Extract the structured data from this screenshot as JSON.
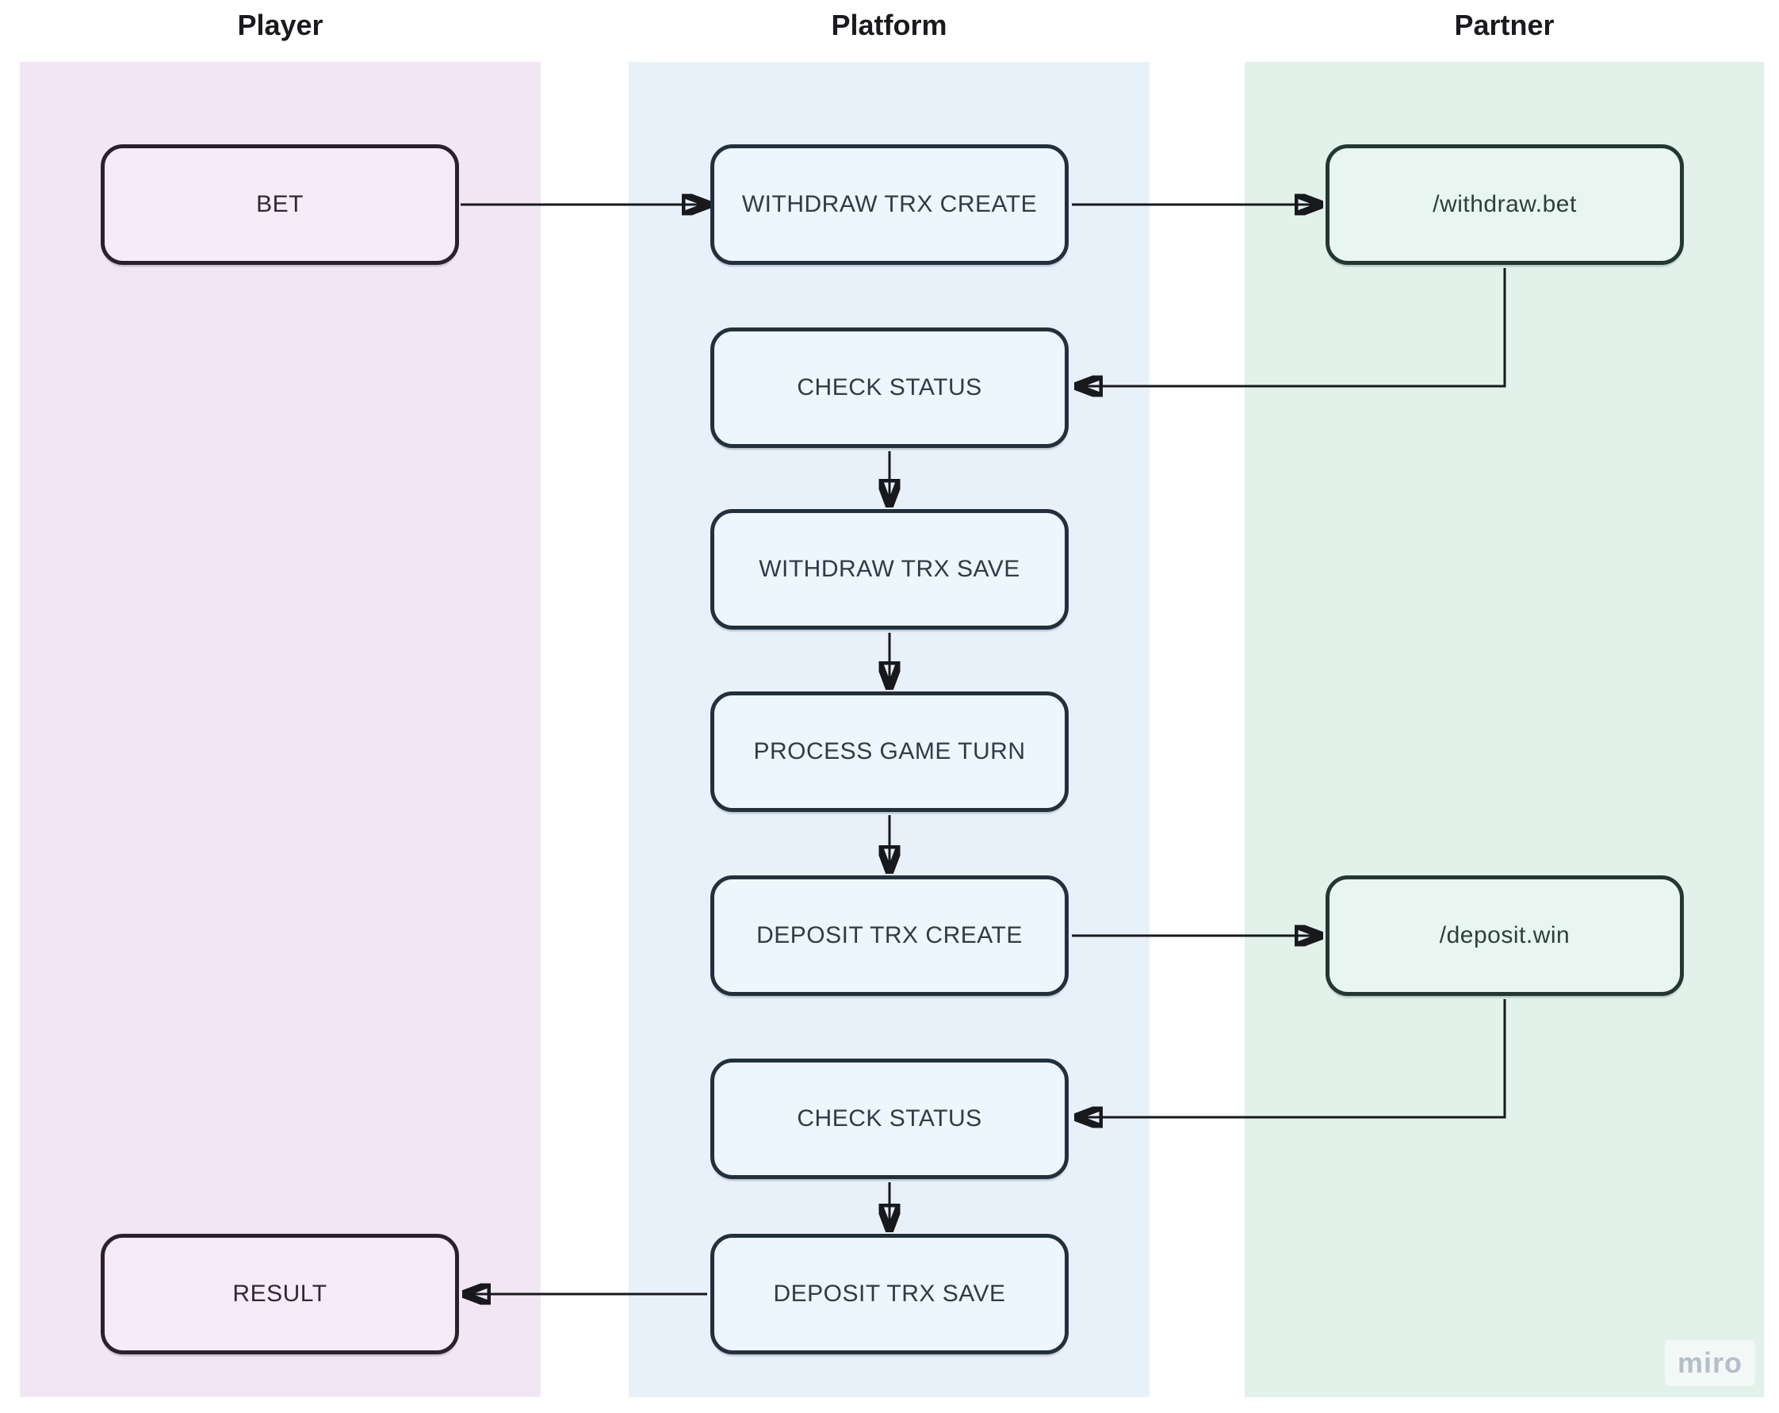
{
  "board": {
    "watermark": "miro"
  },
  "lanes": [
    {
      "label": "Player",
      "bg": "#f2e6f5"
    },
    {
      "label": "Platform",
      "bg": "#e8f1fa"
    },
    {
      "label": "Partner",
      "bg": "#e2f1ea"
    }
  ],
  "nodes": {
    "bet": {
      "label": "BET",
      "lane": "Player"
    },
    "withdraw_trx_create": {
      "label": "WITHDRAW TRX CREATE",
      "lane": "Platform"
    },
    "withdraw_bet": {
      "label": "/withdraw.bet",
      "lane": "Partner"
    },
    "check_status_1": {
      "label": "CHECK STATUS",
      "lane": "Platform"
    },
    "withdraw_trx_save": {
      "label": "WITHDRAW TRX SAVE",
      "lane": "Platform"
    },
    "process_game_turn": {
      "label": "PROCESS GAME TURN",
      "lane": "Platform"
    },
    "deposit_trx_create": {
      "label": "DEPOSIT TRX CREATE",
      "lane": "Platform"
    },
    "deposit_win": {
      "label": "/deposit.win",
      "lane": "Partner"
    },
    "check_status_2": {
      "label": "CHECK STATUS",
      "lane": "Platform"
    },
    "deposit_trx_save": {
      "label": "DEPOSIT TRX SAVE",
      "lane": "Platform"
    },
    "result": {
      "label": "RESULT",
      "lane": "Player"
    }
  },
  "connectors": [
    {
      "from": "bet",
      "to": "withdraw_trx_create"
    },
    {
      "from": "withdraw_trx_create",
      "to": "withdraw_bet"
    },
    {
      "from": "withdraw_bet",
      "to": "check_status_1"
    },
    {
      "from": "check_status_1",
      "to": "withdraw_trx_save"
    },
    {
      "from": "withdraw_trx_save",
      "to": "process_game_turn"
    },
    {
      "from": "process_game_turn",
      "to": "deposit_trx_create"
    },
    {
      "from": "deposit_trx_create",
      "to": "deposit_win"
    },
    {
      "from": "deposit_win",
      "to": "check_status_2"
    },
    {
      "from": "check_status_2",
      "to": "deposit_trx_save"
    },
    {
      "from": "deposit_trx_save",
      "to": "result"
    }
  ],
  "colors": {
    "player_lane_bg": "#f2e6f5",
    "player_node_bg": "#f6ebf8",
    "player_node_border": "#2a2031",
    "platform_lane_bg": "#e8f1fa",
    "platform_node_bg": "#edf5fd",
    "platform_node_border": "#22303e",
    "partner_lane_bg": "#e2f1ea",
    "partner_node_bg": "#e9f5f0",
    "partner_node_border": "#233831",
    "connector": "#17191c",
    "header_text": "#1b1b1f",
    "watermark_text": "#b4bfc8"
  }
}
